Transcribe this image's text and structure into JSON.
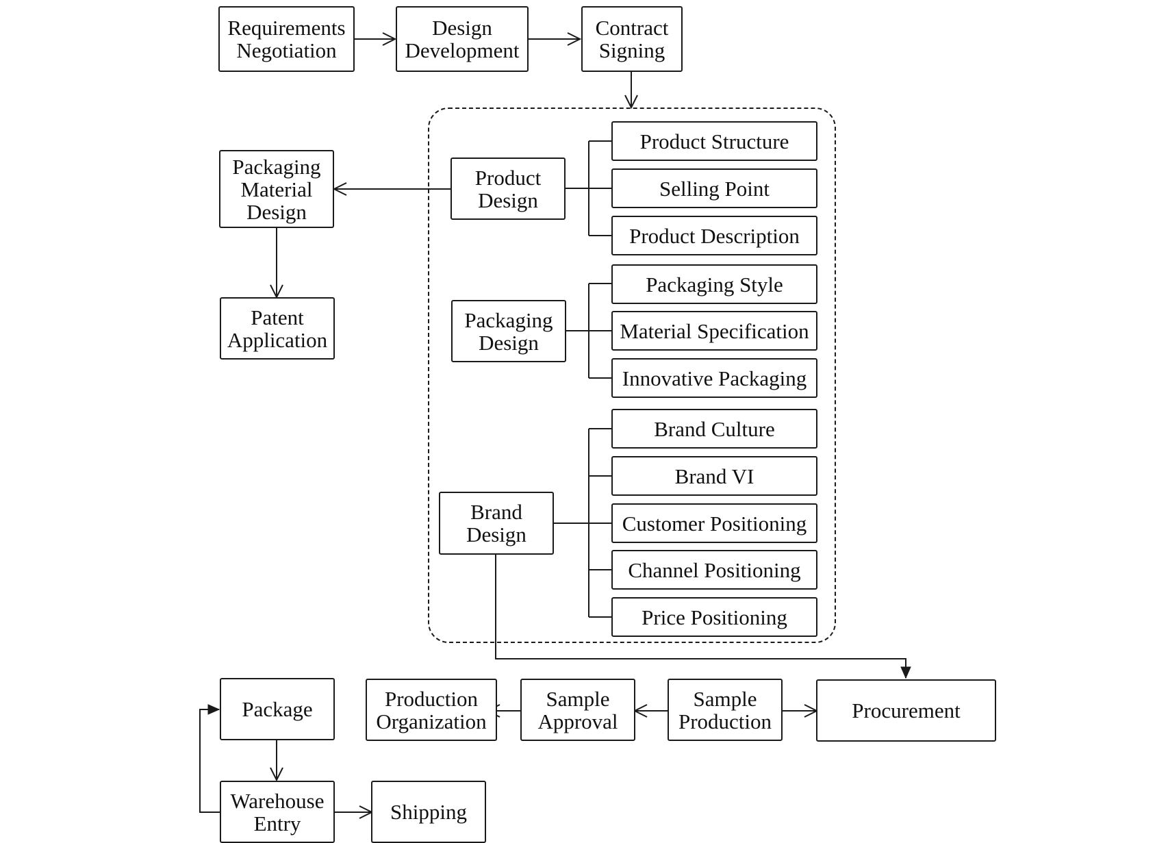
{
  "colors": {
    "stroke": "#1a1a1a",
    "text": "#111111",
    "background": "#ffffff"
  },
  "nodes": {
    "requirements_negotiation": [
      "Requirements",
      "Negotiation"
    ],
    "design_development": [
      "Design",
      "Development"
    ],
    "contract_signing": [
      "Contract",
      "Signing"
    ],
    "product_design": [
      "Product",
      "Design"
    ],
    "packaging_design": [
      "Packaging",
      "Design"
    ],
    "brand_design": [
      "Brand",
      "Design"
    ],
    "packaging_material_design": [
      "Packaging",
      "Material",
      "Design"
    ],
    "patent_application": [
      "Patent",
      "Application"
    ],
    "product_structure": [
      "Product Structure"
    ],
    "selling_point": [
      "Selling Point"
    ],
    "product_description": [
      "Product Description"
    ],
    "packaging_style": [
      "Packaging Style"
    ],
    "material_specification": [
      "Material Specification"
    ],
    "innovative_packaging": [
      "Innovative Packaging"
    ],
    "brand_culture": [
      "Brand Culture"
    ],
    "brand_vi": [
      "Brand VI"
    ],
    "customer_positioning": [
      "Customer Positioning"
    ],
    "channel_positioning": [
      "Channel Positioning"
    ],
    "price_positioning": [
      "Price Positioning"
    ],
    "procurement": [
      "Procurement"
    ],
    "sample_production": [
      "Sample",
      "Production"
    ],
    "sample_approval": [
      "Sample",
      "Approval"
    ],
    "production_organization": [
      "Production",
      "Organization"
    ],
    "package": [
      "Package"
    ],
    "warehouse_entry": [
      "Warehouse",
      "Entry"
    ],
    "shipping": [
      "Shipping"
    ]
  }
}
